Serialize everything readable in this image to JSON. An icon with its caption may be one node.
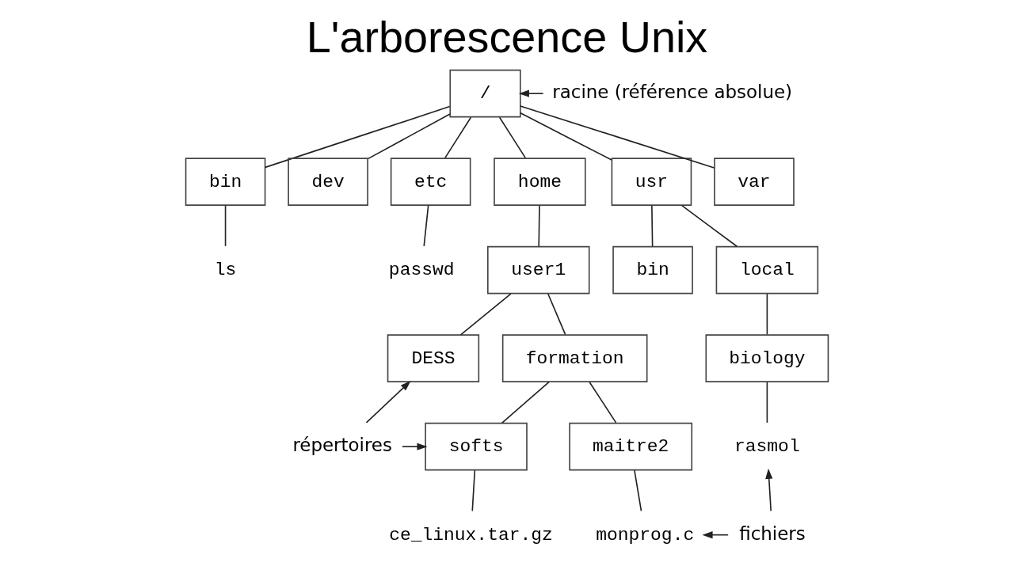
{
  "diagram": {
    "title": "L'arborescence Unix",
    "nodes": [
      {
        "text": [
          "/"
        ]
      },
      {
        "text": [
          "racine (référence absolue)"
        ]
      },
      {
        "text": [
          "bin"
        ]
      },
      {
        "text": [
          "dev"
        ]
      },
      {
        "text": [
          "etc"
        ]
      },
      {
        "text": [
          "home"
        ]
      },
      {
        "text": [
          "usr"
        ]
      },
      {
        "text": [
          "var"
        ]
      },
      {
        "text": [
          "ls"
        ]
      },
      {
        "text": [
          "passwd"
        ]
      },
      {
        "text": [
          "user1"
        ]
      },
      {
        "text": [
          "bin"
        ]
      },
      {
        "text": [
          "local"
        ]
      },
      {
        "text": [
          "DESS"
        ]
      },
      {
        "text": [
          "formation"
        ]
      },
      {
        "text": [
          "biology"
        ]
      },
      {
        "text": [
          "répertoires"
        ]
      },
      {
        "text": [
          "softs"
        ]
      },
      {
        "text": [
          "maitre2"
        ]
      },
      {
        "text": [
          "rasmol"
        ]
      },
      {
        "text": [
          "ce_linux.tar.gz"
        ]
      },
      {
        "text": [
          "monprog.c"
        ]
      },
      {
        "text": [
          "fichiers"
        ]
      }
    ],
    "edges": [
      {
        "from": 1,
        "to": 0,
        "arrow": "to"
      },
      {
        "from": 0,
        "to": 2,
        "arrow": "none"
      },
      {
        "from": 0,
        "to": 3,
        "arrow": "none"
      },
      {
        "from": 0,
        "to": 4,
        "arrow": "none"
      },
      {
        "from": 0,
        "to": 5,
        "arrow": "none"
      },
      {
        "from": 0,
        "to": 6,
        "arrow": "none"
      },
      {
        "from": 0,
        "to": 7,
        "arrow": "none"
      },
      {
        "from": 2,
        "to": 8,
        "arrow": "none"
      },
      {
        "from": 4,
        "to": 9,
        "arrow": "none"
      },
      {
        "from": 5,
        "to": 10,
        "arrow": "none"
      },
      {
        "from": 6,
        "to": 11,
        "arrow": "none"
      },
      {
        "from": 6,
        "to": 12,
        "arrow": "none"
      },
      {
        "from": 10,
        "to": 13,
        "arrow": "none"
      },
      {
        "from": 10,
        "to": 14,
        "arrow": "none"
      },
      {
        "from": 12,
        "to": 15,
        "arrow": "none"
      },
      {
        "from": 14,
        "to": 17,
        "arrow": "none"
      },
      {
        "from": 14,
        "to": 18,
        "arrow": "none"
      },
      {
        "from": 15,
        "to": 19,
        "arrow": "none"
      },
      {
        "from": 17,
        "to": 20,
        "arrow": "none"
      },
      {
        "from": 18,
        "to": 21,
        "arrow": "none"
      },
      {
        "from": 16,
        "to": 13,
        "arrow": "to"
      },
      {
        "from": 16,
        "to": 17,
        "arrow": "to"
      },
      {
        "from": 22,
        "to": 19,
        "arrow": "to"
      },
      {
        "from": 22,
        "to": 21,
        "arrow": "to"
      }
    ]
  }
}
